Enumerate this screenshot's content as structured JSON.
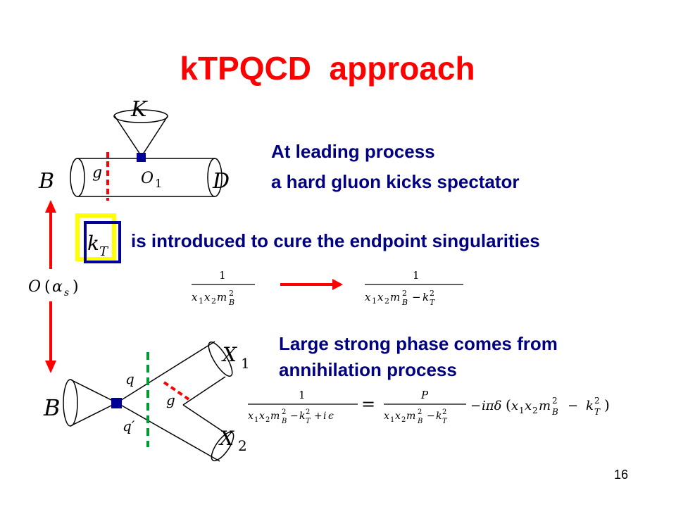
{
  "title": "kTPQCD  approach",
  "text": {
    "leading_line1": "At leading process",
    "leading_line2": "a hard gluon kicks spectator",
    "kt_desc": "is introduced to cure the endpoint singularities",
    "phase_line1": "Large strong phase comes from",
    "phase_line2": "annihilation process"
  },
  "diagram_top": {
    "B": "B",
    "D": "D",
    "K": "K",
    "g": "g",
    "O": "O",
    "O_sub": "1"
  },
  "kt_label": {
    "k": "k",
    "sub": "T"
  },
  "order_label": {
    "O": "O",
    "open": "(",
    "alpha": "α",
    "sub": "s",
    "close": ")"
  },
  "diagram_bottom": {
    "B": "B",
    "X": "X",
    "X1_sub": "1",
    "X2_sub": "2",
    "q": "q",
    "qprime": "q′",
    "g": "g"
  },
  "formula1": {
    "num": "1",
    "den": "x₁x₂m²_B"
  },
  "formula2": {
    "num": "1",
    "den": "x₁x₂m²_B−k²_T"
  },
  "formula3": {
    "num": "1",
    "P": "P",
    "eq": "=",
    "minus": "− iπδ(x₁x₂m²_B − k²_T)"
  },
  "page_number": "16",
  "colors": {
    "title": "#ff0000",
    "text": "#000080",
    "arrow": "#ff0000",
    "cut_red": "#ff0000",
    "cut_green": "#009933",
    "vertex": "#000099",
    "highlight_yellow": "#ffff00"
  }
}
